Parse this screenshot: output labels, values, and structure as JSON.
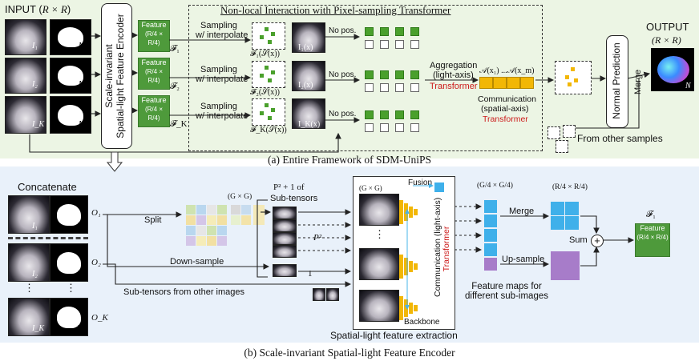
{
  "panel_a": {
    "input_title": "INPUT (",
    "input_dims": "R × R",
    "input_close": ")",
    "encoder_label_1": "Scale-invariant",
    "encoder_label_2": "Spatial-light Feature Encoder",
    "image_labels": [
      "I₁",
      "I₂",
      "I_K"
    ],
    "mask_label": "M",
    "feature_title": "Feature",
    "feature_dims": "(R/4 × R/4)",
    "feature_syms": [
      "𝓕₁",
      "𝓕₂",
      "𝓕_K"
    ],
    "sampling_1": "Sampling",
    "sampling_2": "w/ interpolate",
    "sampled_labels": [
      "𝓕₁(𝒮(x))",
      "𝓕₂(𝒮(x))",
      "𝓕_K(𝒮(x))"
    ],
    "image_x_labels": [
      "I₁(x)",
      "I₂(x)",
      "I_K(x)"
    ],
    "nonlocal_title": "Non-local Interaction with Pixel-sampling Transformer",
    "no_pos": "No pos.",
    "aggregation_1": "Aggregation",
    "aggregation_2": "(light-axis)",
    "transformer": "Transformer",
    "agg_tokens": "𝒜(x₁) ...𝒜(x_m)",
    "communication_1": "Communication",
    "communication_2": "(spatial-axis)",
    "normal_prediction": "Normal Prediction",
    "merge": "Merge",
    "from_other": "From other samples",
    "output_title": "OUTPUT",
    "output_dims": "(R × R)",
    "output_label": "N",
    "caption": "(a) Entire Framework of SDM-UniPS"
  },
  "panel_b": {
    "concatenate": "Concatenate",
    "o_labels": [
      "O₁",
      "O₂",
      "O_K"
    ],
    "image_labels": [
      "I₁",
      "I₂",
      "I_K"
    ],
    "mask_label": "M",
    "ellipsis": "⋮",
    "split": "Split",
    "gxg": "(G × G)",
    "sub_tensors_1": "P² + 1 of",
    "sub_tensors_2": "Sub-tensors",
    "p2": "P²",
    "one": "1",
    "down_sample": "Down-sample",
    "from_other_images": "Sub-tensors from other images",
    "backbone_gxg": "(G × G)",
    "fusion": "Fusion",
    "communication_light": "Communication (light-axis)",
    "transformer": "Transformer",
    "backbone": "Backbone",
    "extraction": "Spatial-light feature extraction",
    "g4": "(G/4 × G/4)",
    "r4": "(R/4 × R/4)",
    "merge": "Merge",
    "up_sample": "Up-sample",
    "sum": "Sum",
    "feature_maps_1": "Feature maps for",
    "feature_maps_2": "different sub-images",
    "f1": "𝓕₁",
    "feature_title": "Feature",
    "feature_dims": "(R/4 × R/4)",
    "caption": "(b) Scale-invariant Spatial-light Feature Encoder"
  },
  "colors": {
    "panel_a_bg": "#ecf5e4",
    "panel_b_bg": "#e9f1fa",
    "feature_green": "#4e9a3b",
    "token_yellow": "#f2b705",
    "transformer_red": "#cc1a1a",
    "featuremap_blue": "#3fb0ea",
    "upsample_purple": "#a77cc9"
  }
}
